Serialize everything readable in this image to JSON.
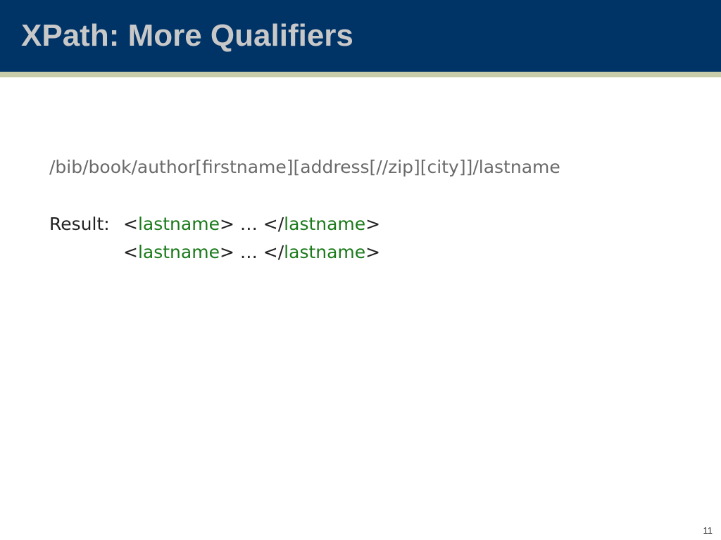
{
  "slide": {
    "title": "XPath: More Qualifiers",
    "xpath_expression": "/bib/book/author[firstname][address[//zip][city]]/lastname",
    "result_label": "Result:",
    "results": [
      {
        "open_lt": "<",
        "open_name": "lastname",
        "middle": "> … </",
        "close_name": "lastname",
        "close_gt": ">"
      },
      {
        "open_lt": "<",
        "open_name": "lastname",
        "middle": "> … </",
        "close_name": "lastname",
        "close_gt": ">"
      }
    ],
    "page_number": "11"
  },
  "colors": {
    "title_bar": "#003366",
    "title_text": "#c8c8c8",
    "accent_stripe": "#c9ccaa",
    "tag_name": "#1a7a1a"
  }
}
